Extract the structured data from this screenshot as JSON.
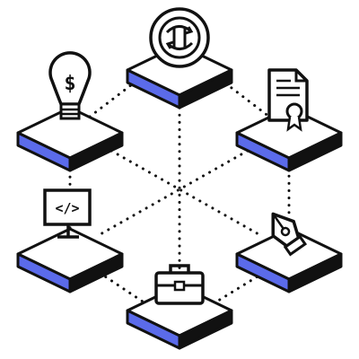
{
  "diagram": {
    "colors": {
      "stroke": "#111111",
      "accent": "#5b6bea",
      "tile_top": "#ffffff",
      "background": "#ffffff"
    },
    "nodes": [
      {
        "id": "currency",
        "icon": "currency-exchange-icon",
        "position": "top"
      },
      {
        "id": "certificate",
        "icon": "certificate-document-icon",
        "position": "upper-right"
      },
      {
        "id": "pen-tool",
        "icon": "pen-nib-icon",
        "position": "lower-right"
      },
      {
        "id": "briefcase",
        "icon": "briefcase-icon",
        "position": "bottom"
      },
      {
        "id": "code",
        "icon": "code-monitor-icon",
        "position": "lower-left"
      },
      {
        "id": "idea-money",
        "icon": "dollar-lightbulb-icon",
        "position": "upper-left"
      }
    ],
    "edges": [
      [
        "currency",
        "certificate"
      ],
      [
        "certificate",
        "pen-tool"
      ],
      [
        "pen-tool",
        "briefcase"
      ],
      [
        "briefcase",
        "code"
      ],
      [
        "code",
        "idea-money"
      ],
      [
        "idea-money",
        "currency"
      ],
      [
        "currency",
        "briefcase"
      ],
      [
        "certificate",
        "code"
      ],
      [
        "idea-money",
        "pen-tool"
      ]
    ],
    "glyphs": {
      "dollar": "$",
      "code": "</>"
    }
  }
}
